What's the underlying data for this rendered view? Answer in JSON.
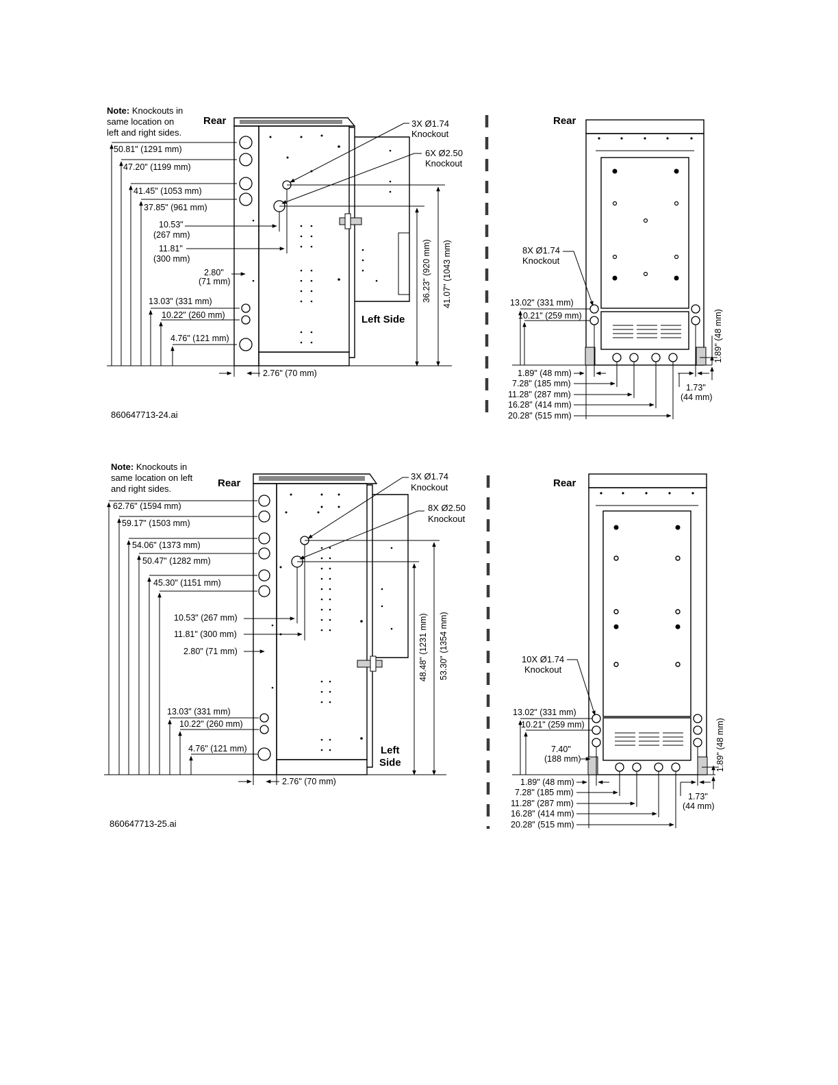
{
  "colors": {
    "ink": "#000000",
    "background": "#ffffff",
    "separator": "#3a3a3a"
  },
  "d1": {
    "note_bold": "Note:",
    "note_line1": "Knockouts in",
    "note_line2": "same location on",
    "note_line3": "left and right sides.",
    "rear": "Rear",
    "callout_a_line1": "3X Ø1.74",
    "callout_a_line2": "Knockout",
    "callout_b_line1": "6X Ø2.50",
    "callout_b_line2": "Knockout",
    "heights": [
      "50.81\" (1291 mm)",
      "47.20\" (1199 mm)",
      "41.45\" (1053 mm)",
      "37.85\" (961 mm)"
    ],
    "h_10_53_line1": "10.53\"",
    "h_10_53_line2": "(267 mm)",
    "h_11_81_line1": "11.81\"",
    "h_11_81_line2": "(300 mm)",
    "h_2_80_line1": "2.80\"",
    "h_2_80_line2": "(71 mm)",
    "low_heights": [
      "13.03\" (331 mm)",
      "10.22\" (260 mm)",
      "4.76\" (121 mm)"
    ],
    "depth_2_76": "2.76\" (70 mm)",
    "left_side": "Left Side",
    "v_36_23": "36.23\" (920 mm)",
    "v_41_07": "41.07\" (1043 mm)",
    "filename": "860647713-24.ai"
  },
  "d2": {
    "rear": "Rear",
    "callout_line1": "8X Ø1.74",
    "callout_line2": "Knockout",
    "h_13_02": "13.02\" (331 mm)",
    "h_10_21": "10.21\" (259 mm)",
    "v_1_89": "1.89\" (48 mm)",
    "widths": [
      "1.89\" (48 mm)",
      "7.28\" (185 mm)",
      "11.28\" (287 mm)",
      "16.28\" (414 mm)",
      "20.28\" (515 mm)"
    ],
    "w_1_73_line1": "1.73\"",
    "w_1_73_line2": "(44 mm)"
  },
  "d3": {
    "note_bold": "Note:",
    "note_line1": "Knockouts in",
    "note_line2": "same location on left",
    "note_line3": "and right sides.",
    "rear": "Rear",
    "callout_a_line1": "3X Ø1.74",
    "callout_a_line2": "Knockout",
    "callout_b_line1": "8X Ø2.50",
    "callout_b_line2": "Knockout",
    "heights": [
      "62.76\" (1594 mm)",
      "59.17\" (1503 mm)",
      "54.06\" (1373 mm)",
      "50.47\" (1282 mm)",
      "45.30\" (1151 mm)"
    ],
    "h_10_53": "10.53\" (267 mm)",
    "h_11_81": "11.81\" (300 mm)",
    "h_2_80": "2.80\" (71 mm)",
    "low_heights": [
      "13.03\" (331 mm)",
      "10.22\" (260 mm)",
      "4.76\" (121 mm)"
    ],
    "depth_2_76": "2.76\" (70 mm)",
    "left_line1": "Left",
    "left_line2": "Side",
    "v_48_48": "48.48\" (1231 mm)",
    "v_53_30": "53.30\" (1354 mm)",
    "filename": "860647713-25.ai"
  },
  "d4": {
    "rear": "Rear",
    "callout_line1": "10X Ø1.74",
    "callout_line2": "Knockout",
    "h_13_02": "13.02\" (331 mm)",
    "h_10_21": "10.21\" (259 mm)",
    "h_7_40_line1": "7.40\"",
    "h_7_40_line2": "(188 mm)",
    "v_1_89": "1.89\" (48 mm)",
    "widths": [
      "1.89\" (48 mm)",
      "7.28\" (185 mm)",
      "11.28\" (287 mm)",
      "16.28\" (414 mm)",
      "20.28\" (515 mm)"
    ],
    "w_1_73_line1": "1.73\"",
    "w_1_73_line2": "(44 mm)"
  }
}
